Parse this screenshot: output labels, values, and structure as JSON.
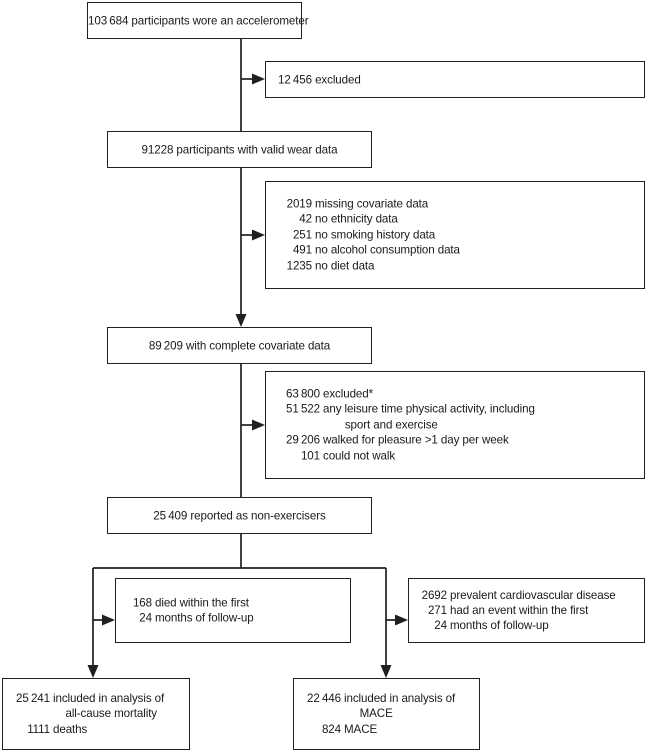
{
  "diagram": {
    "title": "Study participant flow diagram",
    "stroke_color": "#231f20",
    "background": "#ffffff"
  },
  "nodes": {
    "n1_accelerometer": {
      "text": "103 684 participants wore an accelerometer",
      "align": "center"
    },
    "n2_excluded_12456": {
      "text": "12 456 excluded",
      "align": "left"
    },
    "n3_valid_wear": {
      "text": "91228 participants with valid wear data",
      "align": "center"
    },
    "n4_missing_covariate": {
      "align": "table",
      "rows": [
        {
          "num": "2019",
          "label": "missing covariate data"
        },
        {
          "num": "42",
          "label": "no ethnicity data"
        },
        {
          "num": "251",
          "label": "no smoking history data"
        },
        {
          "num": "491",
          "label": "no alcohol consumption data"
        },
        {
          "num": "1235",
          "label": "no diet data"
        }
      ]
    },
    "n5_complete_covariate": {
      "text": "89 209 with complete covariate data",
      "align": "center"
    },
    "n6_excluded_63800": {
      "align": "table",
      "rows": [
        {
          "num": "63 800",
          "label": "excluded*"
        },
        {
          "num": "51 522",
          "label": "any leisure time physical activity, including"
        },
        {
          "num": "",
          "label": "       sport and exercise"
        },
        {
          "num": "29 206",
          "label": "walked for pleasure >1 day per week"
        },
        {
          "num": "101",
          "label": "could not walk"
        }
      ]
    },
    "n7_non_exercisers": {
      "text": "25 409 reported as non-exercisers",
      "align": "center"
    },
    "n8_died_first_24": {
      "align": "table",
      "rows": [
        {
          "num": "168",
          "label": "died within the first"
        },
        {
          "num": "24",
          "label": "months of follow-up"
        }
      ]
    },
    "n9_prevalent_cvd": {
      "align": "table",
      "rows": [
        {
          "num": "2692",
          "label": "prevalent cardiovascular disease"
        },
        {
          "num": "271",
          "label": "had an event within the first"
        },
        {
          "num": "24",
          "label": "months of follow-up"
        }
      ]
    },
    "n10_all_cause": {
      "align": "table",
      "rows": [
        {
          "num": "25 241",
          "label": "included in analysis of"
        },
        {
          "num": "",
          "label": "    all-cause mortality"
        },
        {
          "num": "1111",
          "label": "deaths"
        }
      ]
    },
    "n11_mace": {
      "align": "table",
      "rows": [
        {
          "num": "22 446",
          "label": "included in analysis of"
        },
        {
          "num": "",
          "label": "     MACE"
        },
        {
          "num": "824",
          "label": "MACE"
        }
      ]
    }
  }
}
